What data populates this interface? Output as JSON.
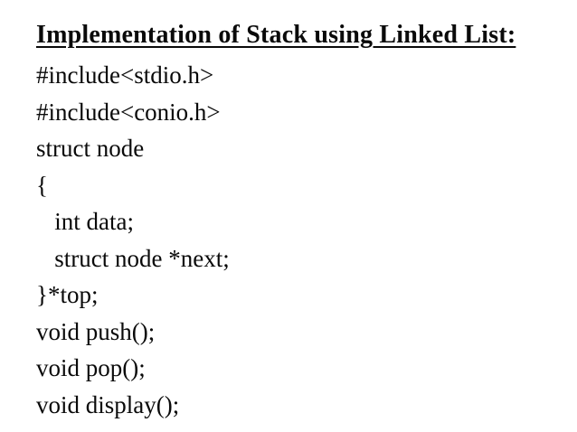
{
  "slide": {
    "title": "Implementation of Stack using Linked List:",
    "code_lines": [
      "#include<stdio.h>",
      "#include<conio.h>",
      "struct node",
      "{",
      "   int data;",
      "   struct node *next;",
      "}*top;",
      "void push();",
      "void pop();",
      "void display();"
    ],
    "colors": {
      "background": "#ffffff",
      "text": "#0a0a0a"
    }
  }
}
